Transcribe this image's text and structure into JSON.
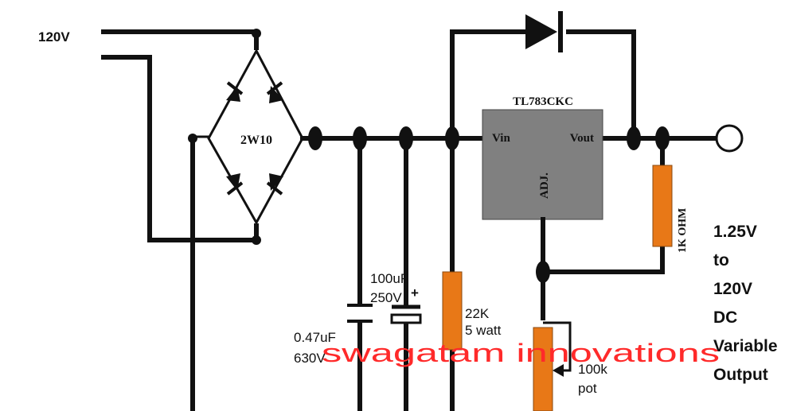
{
  "input_label": "120V",
  "bridge": {
    "label": "2W10"
  },
  "regulator": {
    "part": "TL783CKC",
    "vin": "Vin",
    "vout": "Vout",
    "adj": "ADJ."
  },
  "c1": {
    "value": "0.47uF",
    "voltage": "630V"
  },
  "c2": {
    "value": "100uF",
    "voltage": "250V",
    "polarity": "+"
  },
  "r1": {
    "value": "22K",
    "power": "5 watt"
  },
  "r2": {
    "label": "1K OHM"
  },
  "pot": {
    "value": "100k",
    "type": "pot"
  },
  "output": {
    "line1": "1.25V",
    "line2": "to",
    "line3": "120V",
    "line4": "DC",
    "line5": "Variable",
    "line6": "Output"
  },
  "watermark": "swagatam innovations",
  "colors": {
    "resistor": "#e87817",
    "regulator": "#808080",
    "watermark": "#ff2a2a",
    "wire": "#111111"
  }
}
